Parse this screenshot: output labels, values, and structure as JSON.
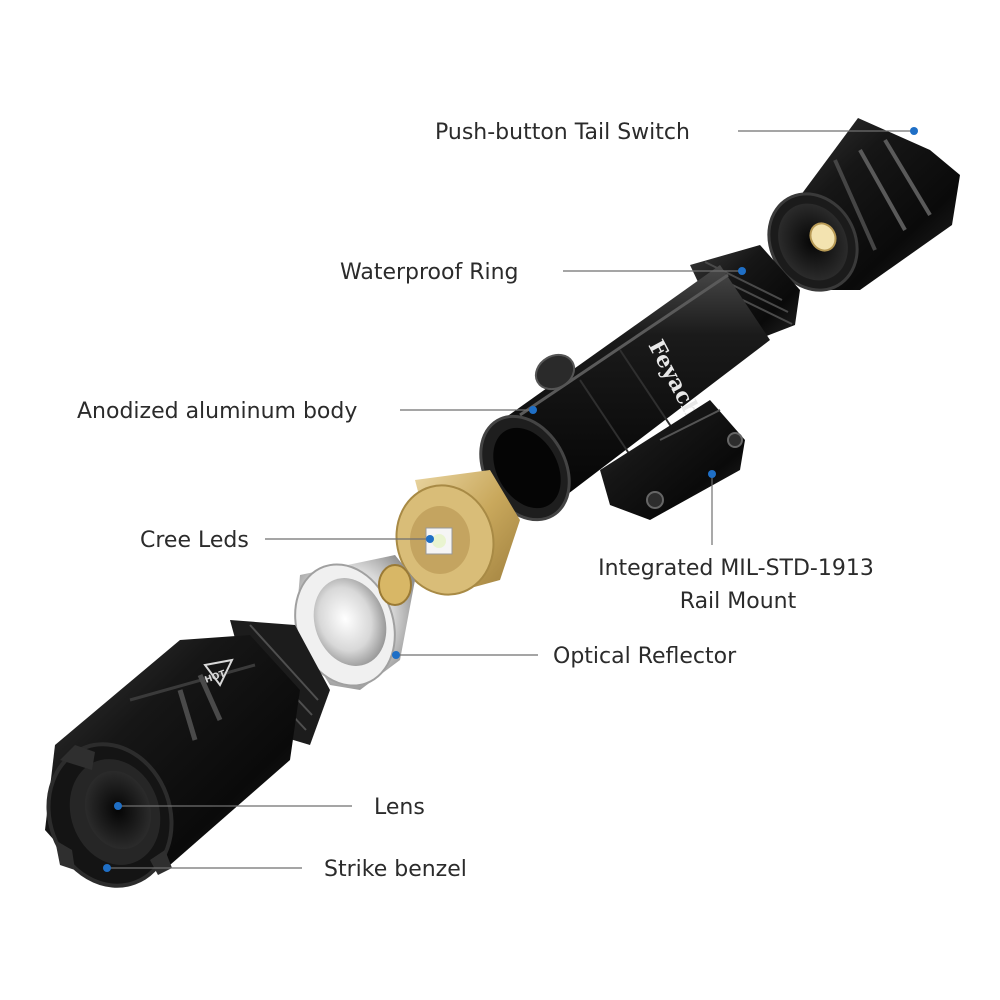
{
  "brand_text": "Feyachi",
  "hot_marking": "HOT",
  "callouts": [
    {
      "id": "tail-switch",
      "label": "Push-button Tail Switch"
    },
    {
      "id": "waterproof-ring",
      "label": "Waterproof Ring"
    },
    {
      "id": "body",
      "label": "Anodized aluminum body"
    },
    {
      "id": "cree-leds",
      "label": "Cree Leds"
    },
    {
      "id": "rail-mount",
      "label_line1": "Integrated MIL-STD-1913",
      "label_line2": "Rail Mount"
    },
    {
      "id": "reflector",
      "label": "Optical Reflector"
    },
    {
      "id": "lens",
      "label": "Lens"
    },
    {
      "id": "bezel",
      "label": "Strike benzel"
    }
  ],
  "colors": {
    "marker": "#1f6fc6",
    "leader": "#6f6f6f",
    "text": "#2b2b2b",
    "anodized_black": "#141414",
    "brass": "#c9a85c",
    "reflector_silver": "#cfcfcf"
  }
}
